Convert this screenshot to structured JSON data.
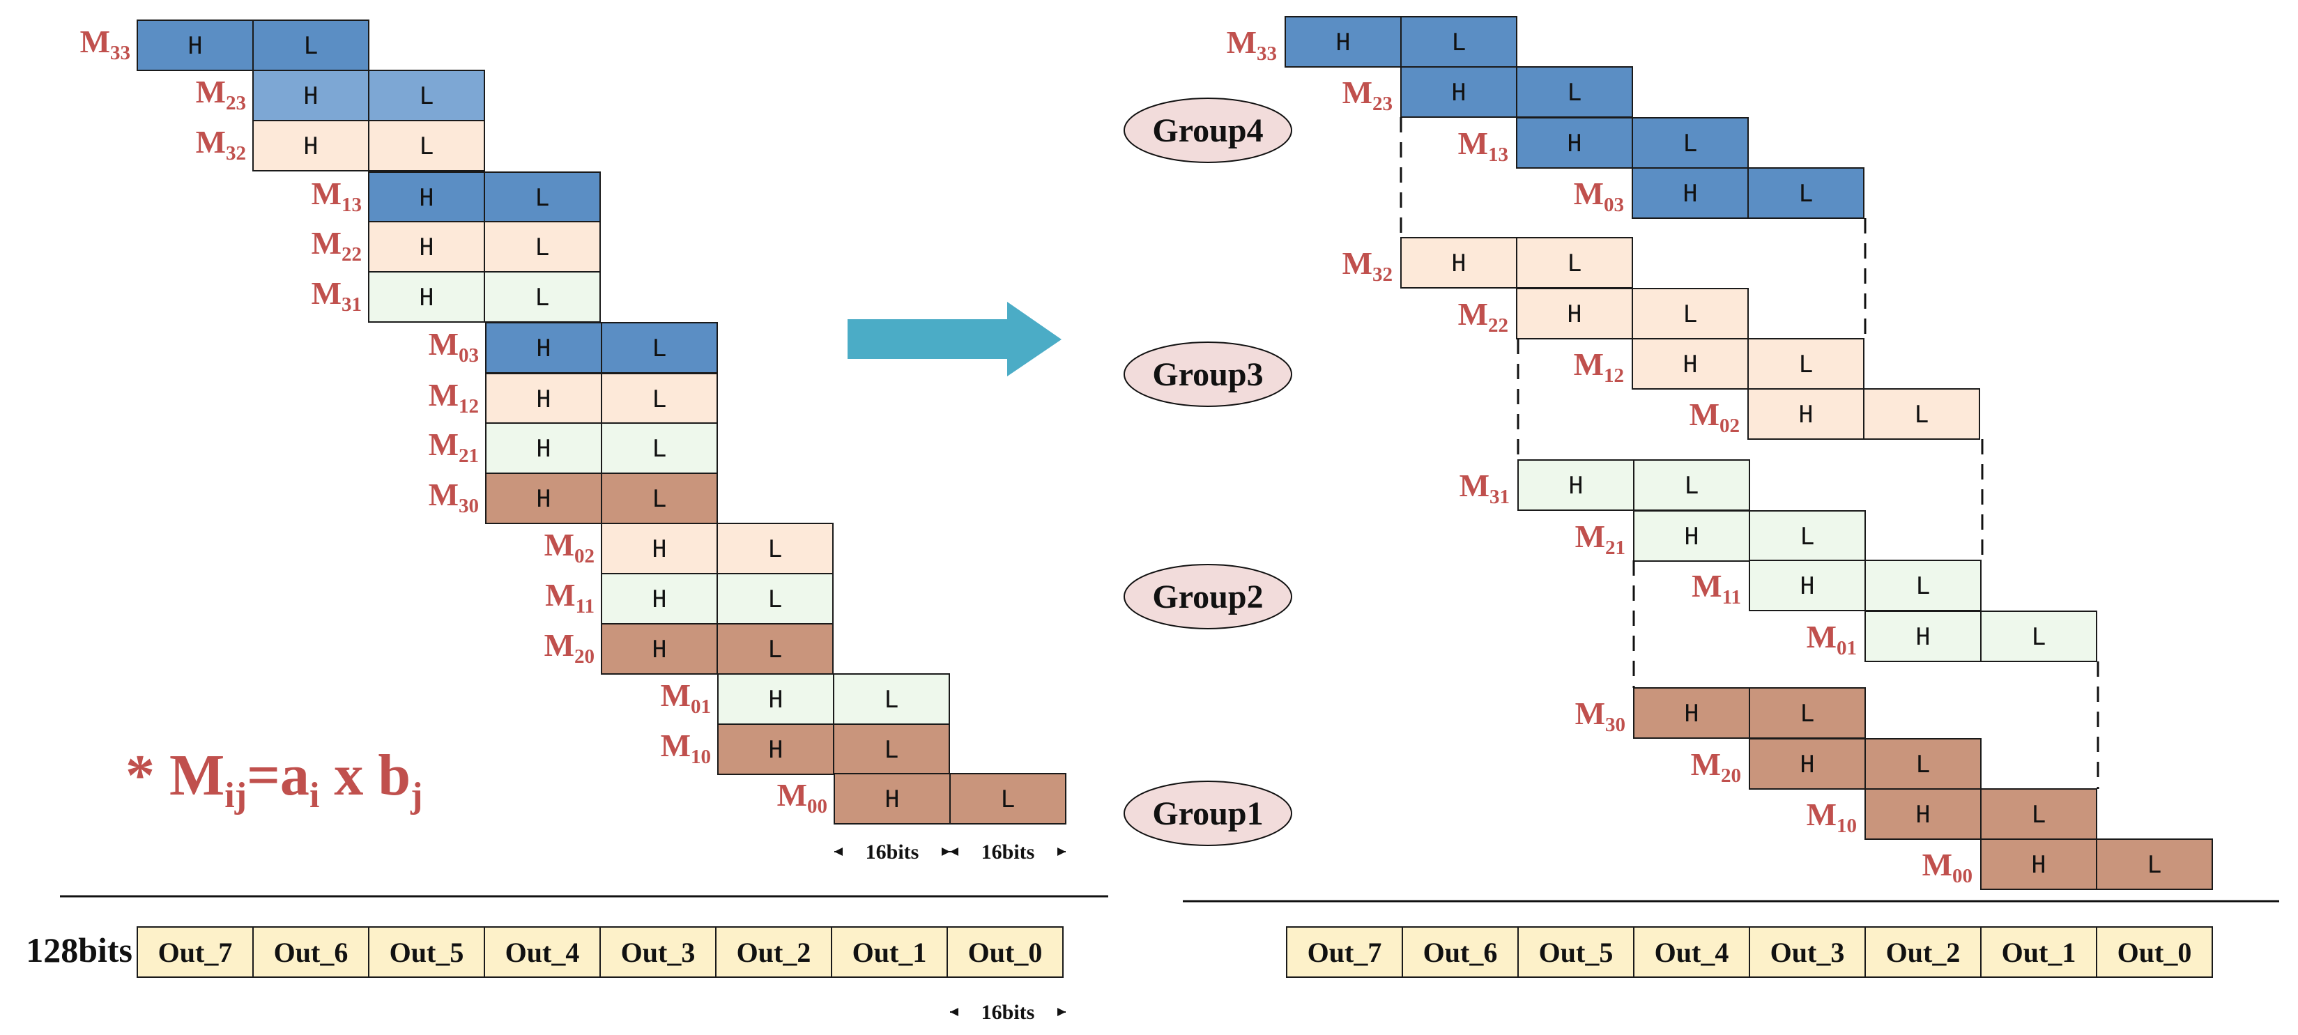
{
  "colors": {
    "blue": "#5b8ec4",
    "lightblue": "#7da7d4",
    "peach": "#fde9d9",
    "mint": "#eef8ec",
    "brown": "#c9957c",
    "yellow": "#fdf1c9",
    "label": "#c0504d",
    "arrow": "#4bacc6"
  },
  "cell_labels": {
    "high": "H",
    "low": "L"
  },
  "left_rows": [
    {
      "i": "3",
      "j": "3",
      "color": "blue"
    },
    {
      "i": "2",
      "j": "3",
      "color": "lightblue"
    },
    {
      "i": "3",
      "j": "2",
      "color": "peach"
    },
    {
      "i": "1",
      "j": "3",
      "color": "blue"
    },
    {
      "i": "2",
      "j": "2",
      "color": "peach"
    },
    {
      "i": "3",
      "j": "1",
      "color": "mint"
    },
    {
      "i": "0",
      "j": "3",
      "color": "blue"
    },
    {
      "i": "1",
      "j": "2",
      "color": "peach"
    },
    {
      "i": "2",
      "j": "1",
      "color": "mint"
    },
    {
      "i": "3",
      "j": "0",
      "color": "brown"
    },
    {
      "i": "0",
      "j": "2",
      "color": "peach"
    },
    {
      "i": "1",
      "j": "1",
      "color": "mint"
    },
    {
      "i": "2",
      "j": "0",
      "color": "brown"
    },
    {
      "i": "0",
      "j": "1",
      "color": "mint"
    },
    {
      "i": "1",
      "j": "0",
      "color": "brown"
    },
    {
      "i": "0",
      "j": "0",
      "color": "brown"
    }
  ],
  "groups": [
    {
      "name": "Group4",
      "color": "blue",
      "rows": [
        {
          "i": "3",
          "j": "3"
        },
        {
          "i": "2",
          "j": "3"
        },
        {
          "i": "1",
          "j": "3"
        },
        {
          "i": "0",
          "j": "3"
        }
      ]
    },
    {
      "name": "Group3",
      "color": "peach",
      "rows": [
        {
          "i": "3",
          "j": "2"
        },
        {
          "i": "2",
          "j": "2"
        },
        {
          "i": "1",
          "j": "2"
        },
        {
          "i": "0",
          "j": "2"
        }
      ]
    },
    {
      "name": "Group2",
      "color": "mint",
      "rows": [
        {
          "i": "3",
          "j": "1"
        },
        {
          "i": "2",
          "j": "1"
        },
        {
          "i": "1",
          "j": "1"
        },
        {
          "i": "0",
          "j": "1"
        }
      ]
    },
    {
      "name": "Group1",
      "color": "brown",
      "rows": [
        {
          "i": "3",
          "j": "0"
        },
        {
          "i": "2",
          "j": "0"
        },
        {
          "i": "1",
          "j": "0"
        },
        {
          "i": "0",
          "j": "0"
        }
      ]
    }
  ],
  "outputs": [
    "Out_7",
    "Out_6",
    "Out_5",
    "Out_4",
    "Out_3",
    "Out_2",
    "Out_1",
    "Out_0"
  ],
  "bus_label": "128bits",
  "bits_label": "16bits",
  "formula": {
    "prefix": "* ",
    "m": "M",
    "ij": "ij",
    "eq": "=a",
    "i": "i",
    "x": " x b",
    "j": "j"
  }
}
